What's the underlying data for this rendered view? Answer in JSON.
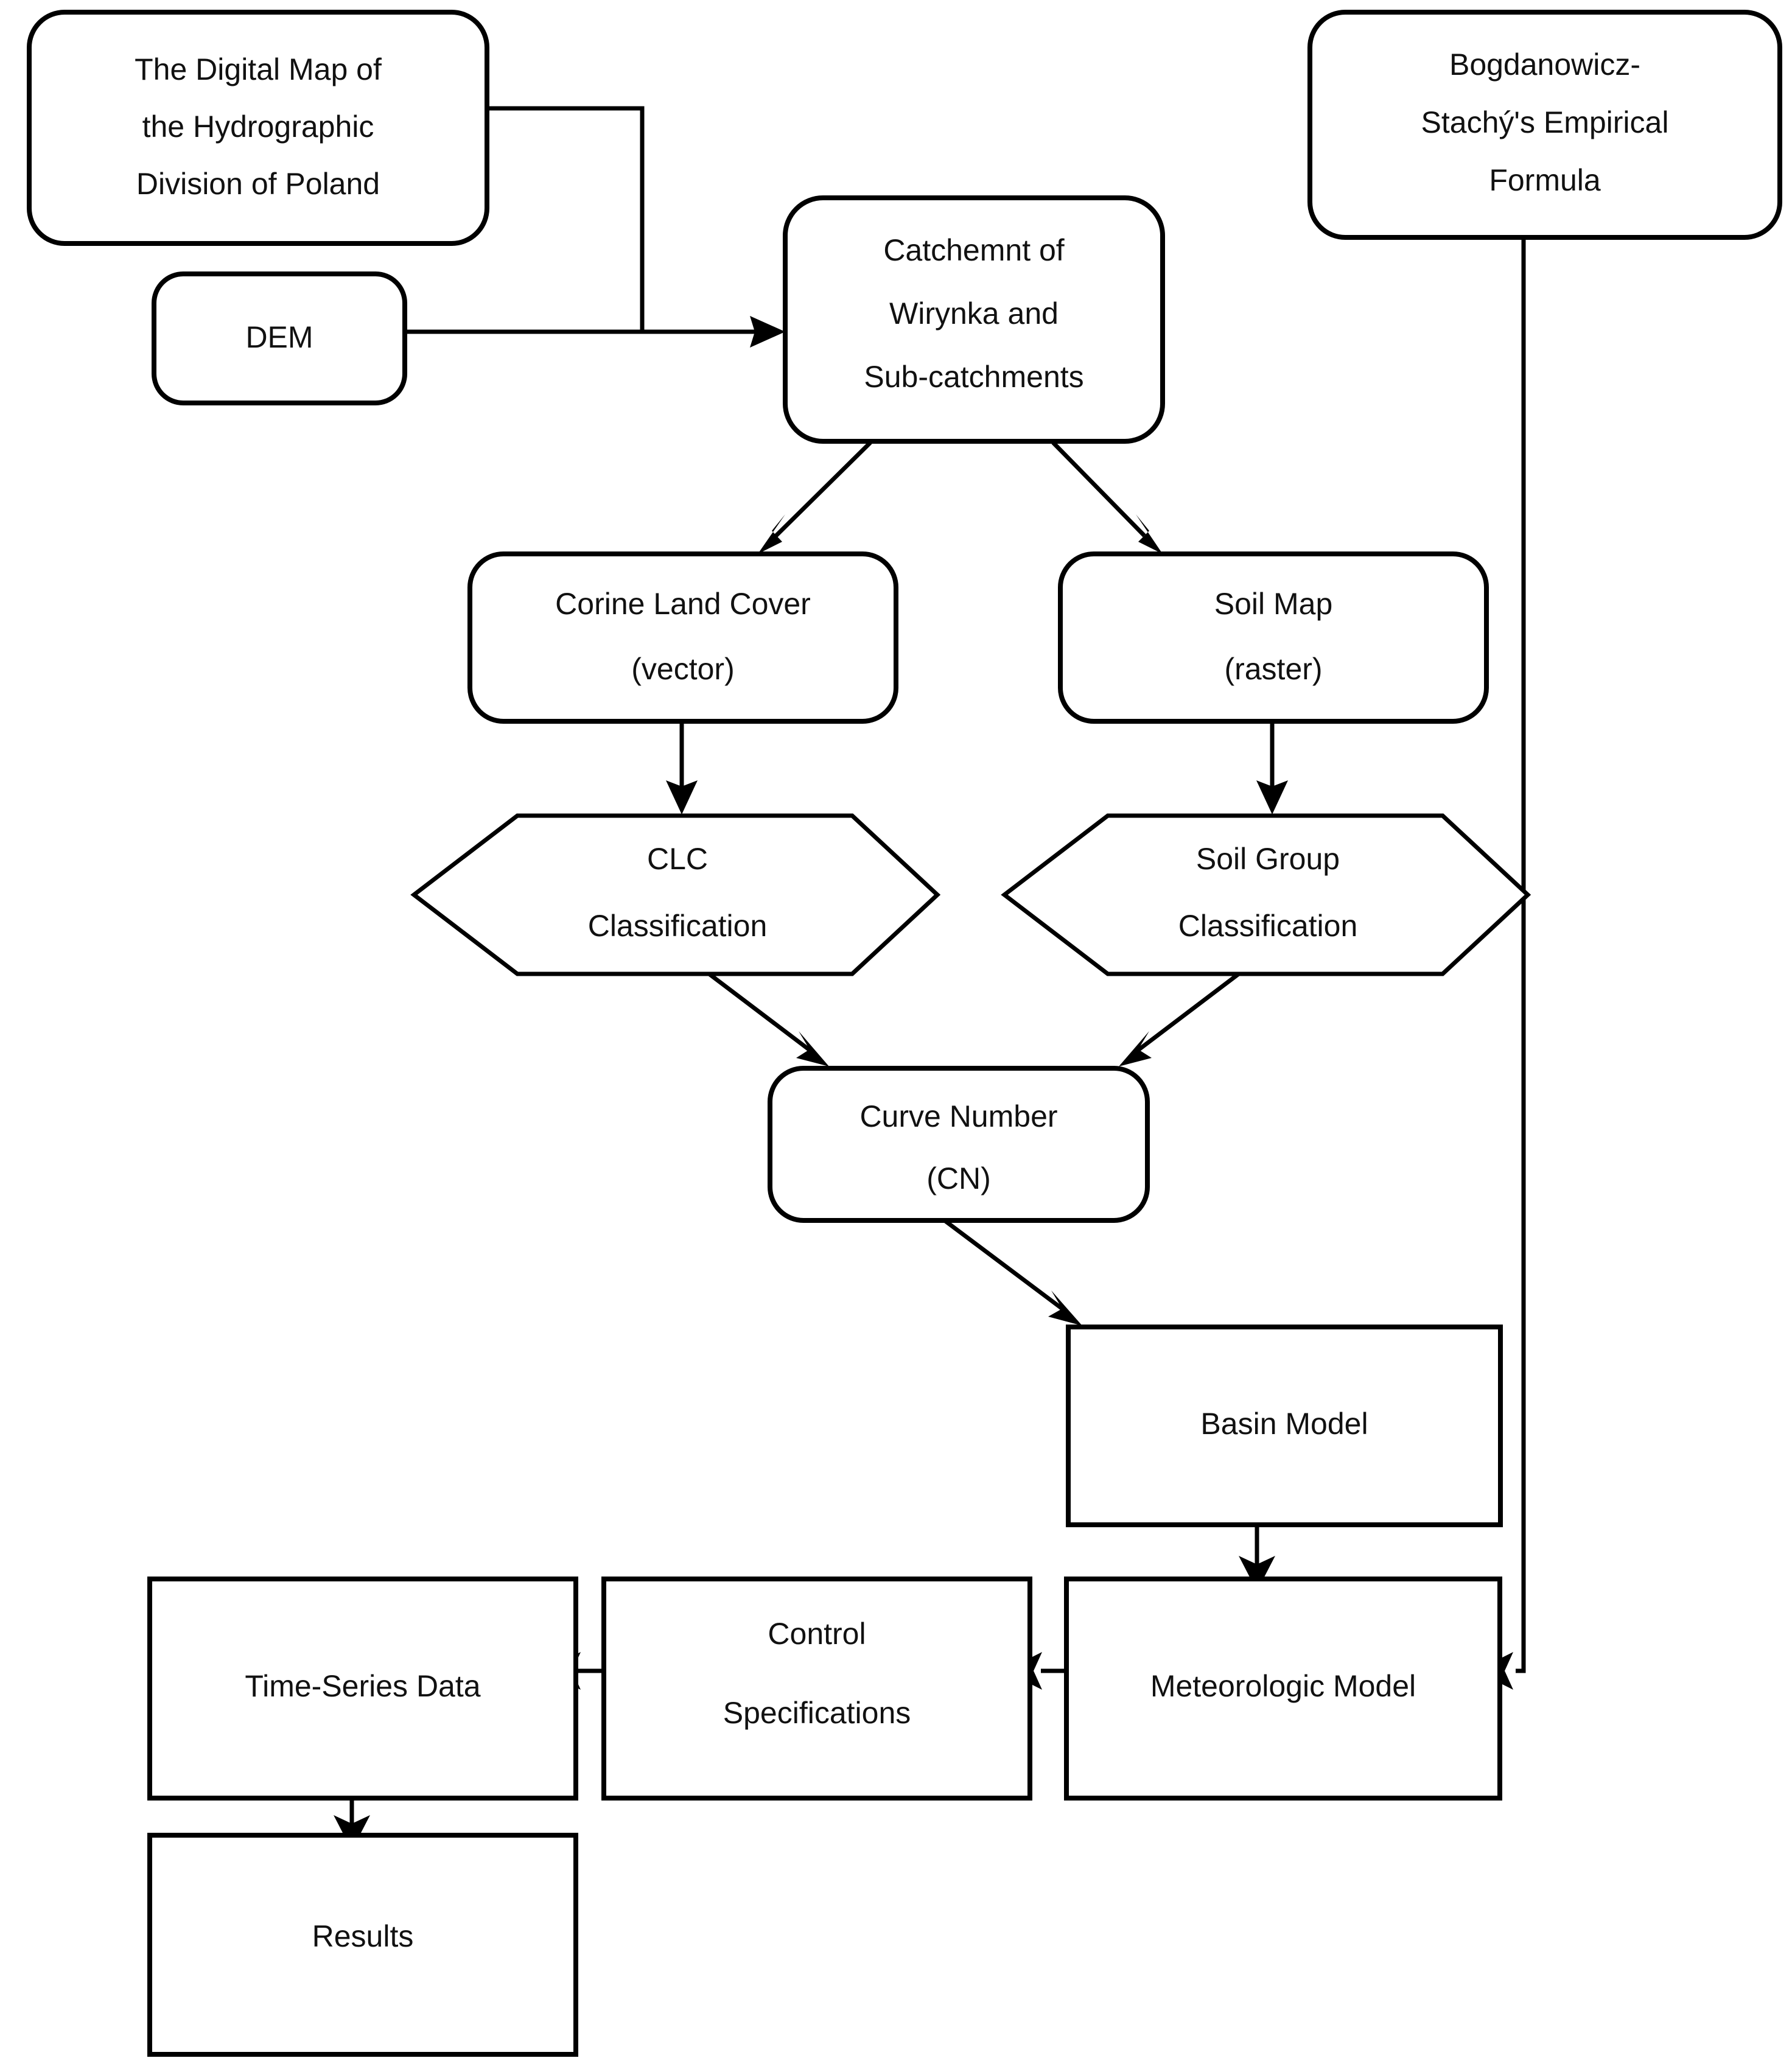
{
  "diagram": {
    "title_present": false,
    "background_color": "#ffffff",
    "line_color": "#000000",
    "text_color": "#111111",
    "nodes": [
      {
        "id": "hydro-map",
        "shape": "rounded-rect",
        "lines": [
          "The Digital Map of",
          "the Hydrographic",
          "Division of Poland"
        ]
      },
      {
        "id": "dem",
        "shape": "rounded-rect",
        "lines": [
          "DEM"
        ]
      },
      {
        "id": "catchment",
        "shape": "rounded-rect",
        "lines": [
          "Catchemnt of",
          "Wirynka and",
          "Sub-catchments"
        ]
      },
      {
        "id": "bogdanowicz",
        "shape": "rounded-rect",
        "lines": [
          "Bogdanowicz-",
          "Stachý's Empirical",
          "Formula"
        ]
      },
      {
        "id": "corine",
        "shape": "rounded-rect",
        "lines": [
          "Corine Land Cover",
          "(vector)"
        ]
      },
      {
        "id": "soil-map",
        "shape": "rounded-rect",
        "lines": [
          "Soil Map",
          "(raster)"
        ]
      },
      {
        "id": "clc-classification",
        "shape": "hexagon",
        "lines": [
          "CLC",
          "Classification"
        ]
      },
      {
        "id": "soil-group-classification",
        "shape": "hexagon",
        "lines": [
          "Soil Group",
          "Classification"
        ]
      },
      {
        "id": "curve-number",
        "shape": "rounded-rect",
        "lines": [
          "Curve Number",
          "(CN)"
        ]
      },
      {
        "id": "basin-model",
        "shape": "rect",
        "lines": [
          "Basin Model"
        ]
      },
      {
        "id": "meteorologic-model",
        "shape": "rect",
        "lines": [
          "Meteorologic Model"
        ]
      },
      {
        "id": "control-specifications",
        "shape": "rect",
        "lines": [
          "Control",
          "Specifications"
        ]
      },
      {
        "id": "time-series-data",
        "shape": "rect",
        "lines": [
          "Time-Series Data"
        ]
      },
      {
        "id": "results",
        "shape": "rect",
        "lines": [
          "Results"
        ]
      }
    ],
    "edges": [
      {
        "id": "hydro-to-catchment",
        "from": "hydro-map",
        "to": "catchment",
        "style": "orthogonal",
        "arrow": true
      },
      {
        "id": "dem-to-catchment",
        "from": "dem",
        "to": "catchment",
        "style": "orthogonal",
        "arrow": true
      },
      {
        "id": "catchment-to-corine",
        "from": "catchment",
        "to": "corine",
        "style": "diagonal",
        "arrow": true
      },
      {
        "id": "catchment-to-soilmap",
        "from": "catchment",
        "to": "soil-map",
        "style": "diagonal",
        "arrow": true
      },
      {
        "id": "corine-to-clc",
        "from": "corine",
        "to": "clc-classification",
        "style": "vertical",
        "arrow": true
      },
      {
        "id": "soilmap-to-soilgroup",
        "from": "soil-map",
        "to": "soil-group-classification",
        "style": "vertical",
        "arrow": true
      },
      {
        "id": "clc-to-cn",
        "from": "clc-classification",
        "to": "curve-number",
        "style": "diagonal",
        "arrow": true
      },
      {
        "id": "soilgroup-to-cn",
        "from": "soil-group-classification",
        "to": "curve-number",
        "style": "diagonal",
        "arrow": true
      },
      {
        "id": "cn-to-basin",
        "from": "curve-number",
        "to": "basin-model",
        "style": "diagonal",
        "arrow": true
      },
      {
        "id": "basin-to-meteo",
        "from": "basin-model",
        "to": "meteorologic-model",
        "style": "vertical",
        "arrow": true
      },
      {
        "id": "bogdanowicz-to-meteo",
        "from": "bogdanowicz",
        "to": "meteorologic-model",
        "style": "orthogonal",
        "arrow": true
      },
      {
        "id": "meteo-to-control",
        "from": "meteorologic-model",
        "to": "control-specifications",
        "style": "horizontal",
        "arrow": true
      },
      {
        "id": "control-to-timeseries",
        "from": "control-specifications",
        "to": "time-series-data",
        "style": "horizontal",
        "arrow": true
      },
      {
        "id": "timeseries-to-results",
        "from": "time-series-data",
        "to": "results",
        "style": "vertical",
        "arrow": true
      }
    ]
  },
  "labels": {
    "hydro_map_l1": "The Digital Map of",
    "hydro_map_l2": "the Hydrographic",
    "hydro_map_l3": "Division of Poland",
    "dem": "DEM",
    "catchment_l1": "Catchemnt of",
    "catchment_l2": "Wirynka and",
    "catchment_l3": "Sub-catchments",
    "bogdanowicz_l1": "Bogdanowicz-",
    "bogdanowicz_l2": "Stachý's Empirical",
    "bogdanowicz_l3": "Formula",
    "corine_l1": "Corine Land Cover",
    "corine_l2": "(vector)",
    "soilmap_l1": "Soil Map",
    "soilmap_l2": "(raster)",
    "clc_l1": "CLC",
    "clc_l2": "Classification",
    "soilgroup_l1": "Soil Group",
    "soilgroup_l2": "Classification",
    "cn_l1": "Curve Number",
    "cn_l2": "(CN)",
    "basin_model": "Basin Model",
    "meteorologic_model": "Meteorologic Model",
    "control_l1": "Control",
    "control_l2": "Specifications",
    "time_series_data": "Time-Series Data",
    "results": "Results"
  }
}
